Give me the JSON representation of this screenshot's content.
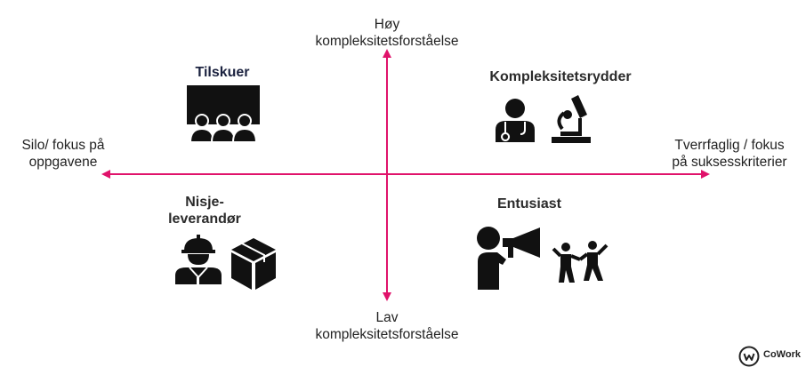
{
  "axes": {
    "top": "Høy\nkompleksitetsforståelse",
    "bottom": "Lav\nkompleksitetsforståelse",
    "left": "Silo/ fokus på\noppgavene",
    "right": "Tverrfaglig / fokus\npå suksesskriterier",
    "color": "#e0136b"
  },
  "quadrants": {
    "top_left": {
      "title": "Tilskuer",
      "icons": [
        "audience-icon"
      ]
    },
    "top_right": {
      "title": "Kompleksitetsrydder",
      "icons": [
        "doctor-icon",
        "microscope-icon"
      ]
    },
    "bottom_left": {
      "title": "Nisje-\nleverandør",
      "icons": [
        "worker-icon",
        "box-icon"
      ]
    },
    "bottom_right": {
      "title": "Entusiast",
      "icons": [
        "megaphone-person-icon",
        "dancing-people-icon"
      ]
    }
  },
  "logo": {
    "text": "CoWork"
  }
}
